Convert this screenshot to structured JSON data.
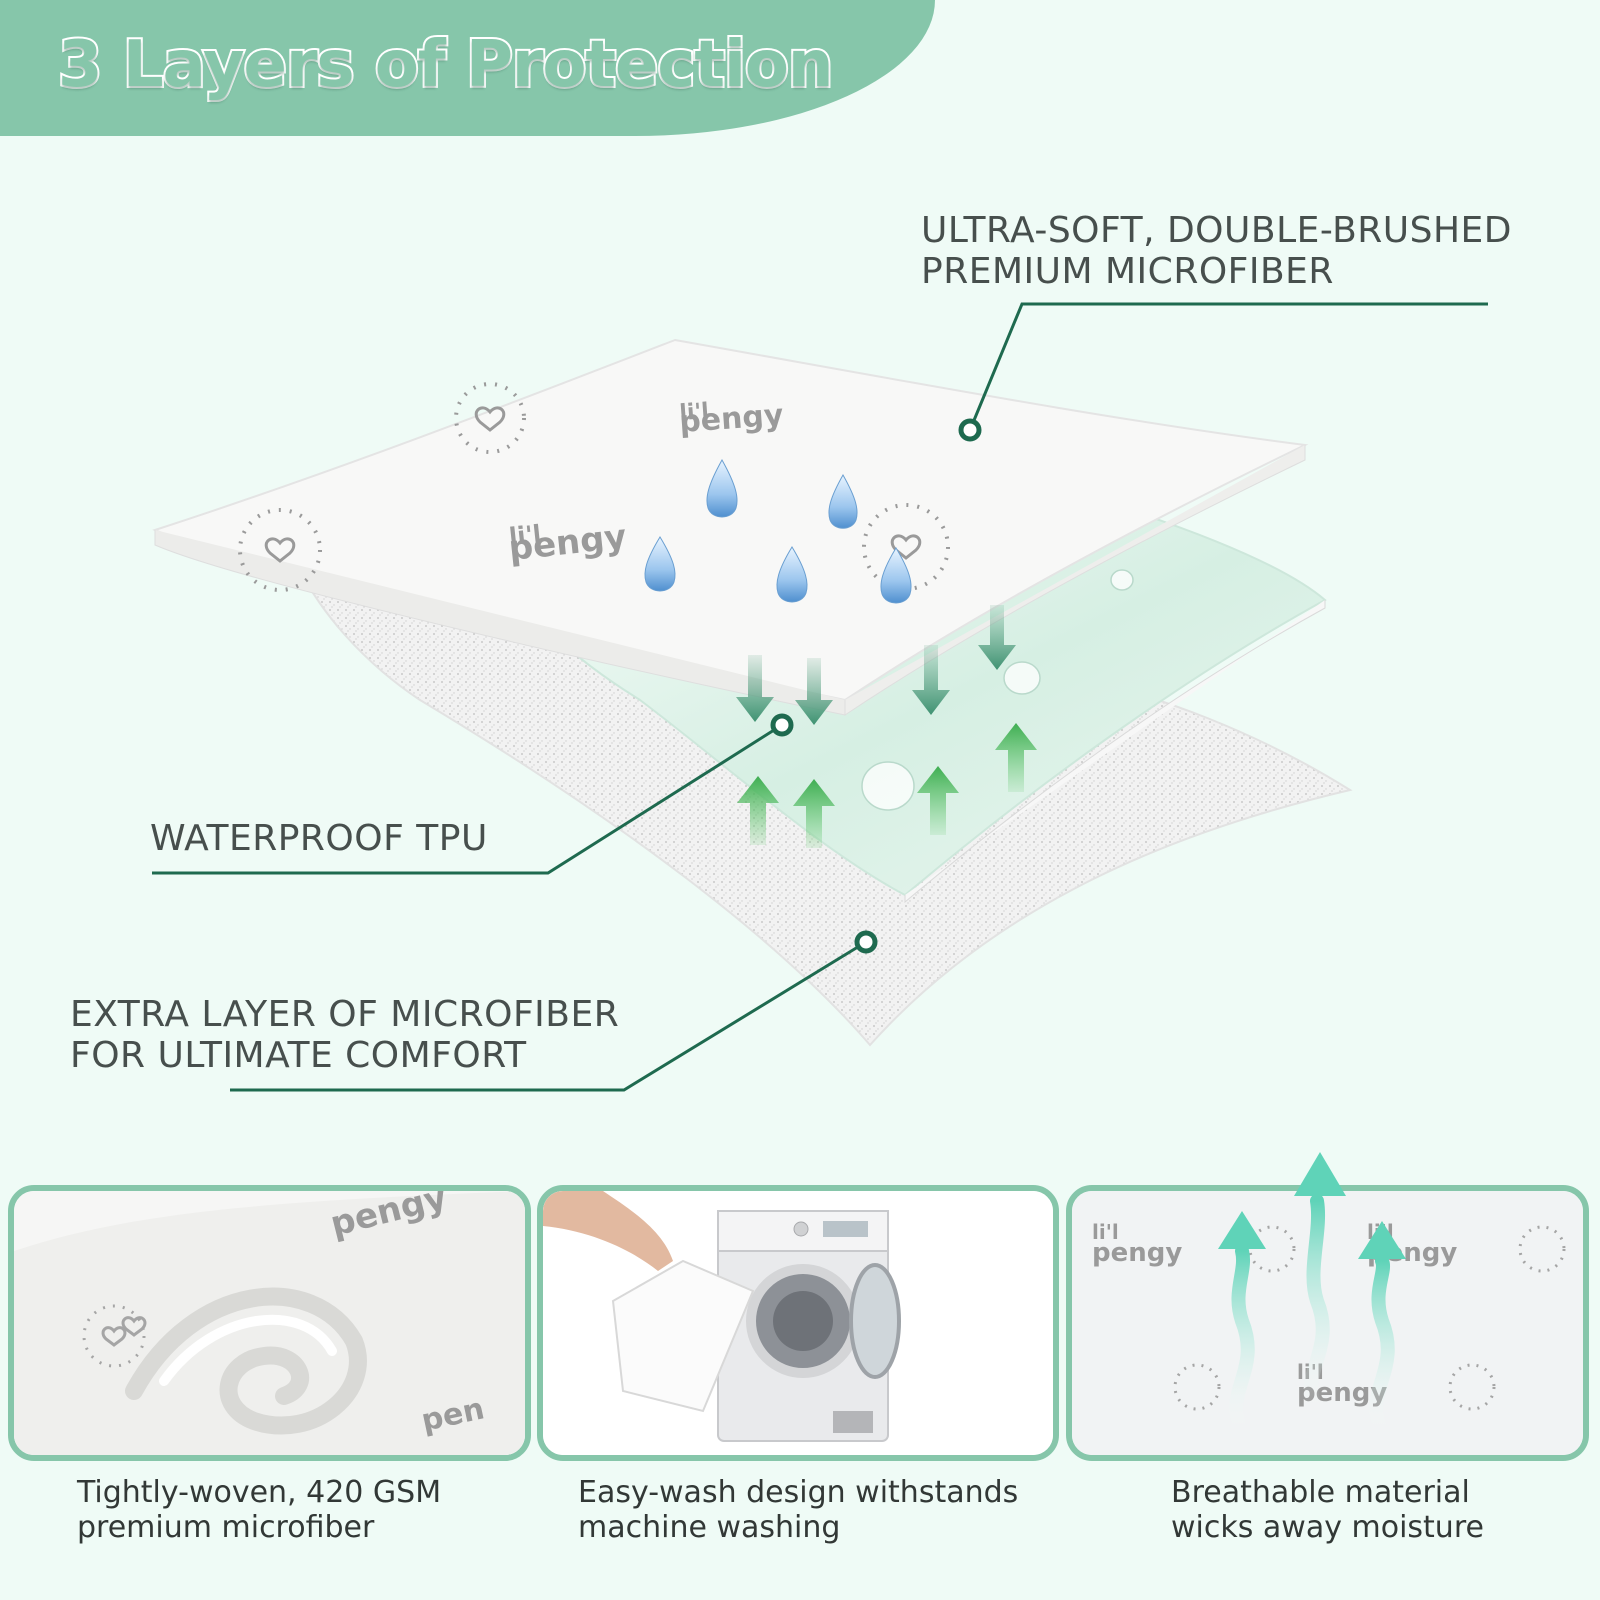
{
  "title": "3 Layers of Protection",
  "brand_logo": "li'l pengy",
  "colors": {
    "accent": "#86c6aa",
    "accent_dark": "#1e6a4f",
    "background": "#effbf6",
    "text": "#474f4d"
  },
  "layers": [
    {
      "line1": "ULTRA-SOFT, DOUBLE-BRUSHED",
      "line2": "PREMIUM MICROFIBER"
    },
    {
      "line1": "WATERPROOF TPU",
      "line2": ""
    },
    {
      "line1": "EXTRA LAYER OF MICROFIBER",
      "line2": "FOR ULTIMATE COMFORT"
    }
  ],
  "features": [
    {
      "line1": "Tightly-woven, 420 GSM",
      "line2": "premium microfiber",
      "icon": "folded-fabric-photo"
    },
    {
      "line1": "Easy-wash design withstands",
      "line2": "machine washing",
      "icon": "washing-machine-photo"
    },
    {
      "line1": "Breathable material",
      "line2": "wicks away moisture",
      "icon": "breathable-arrows-photo"
    }
  ]
}
